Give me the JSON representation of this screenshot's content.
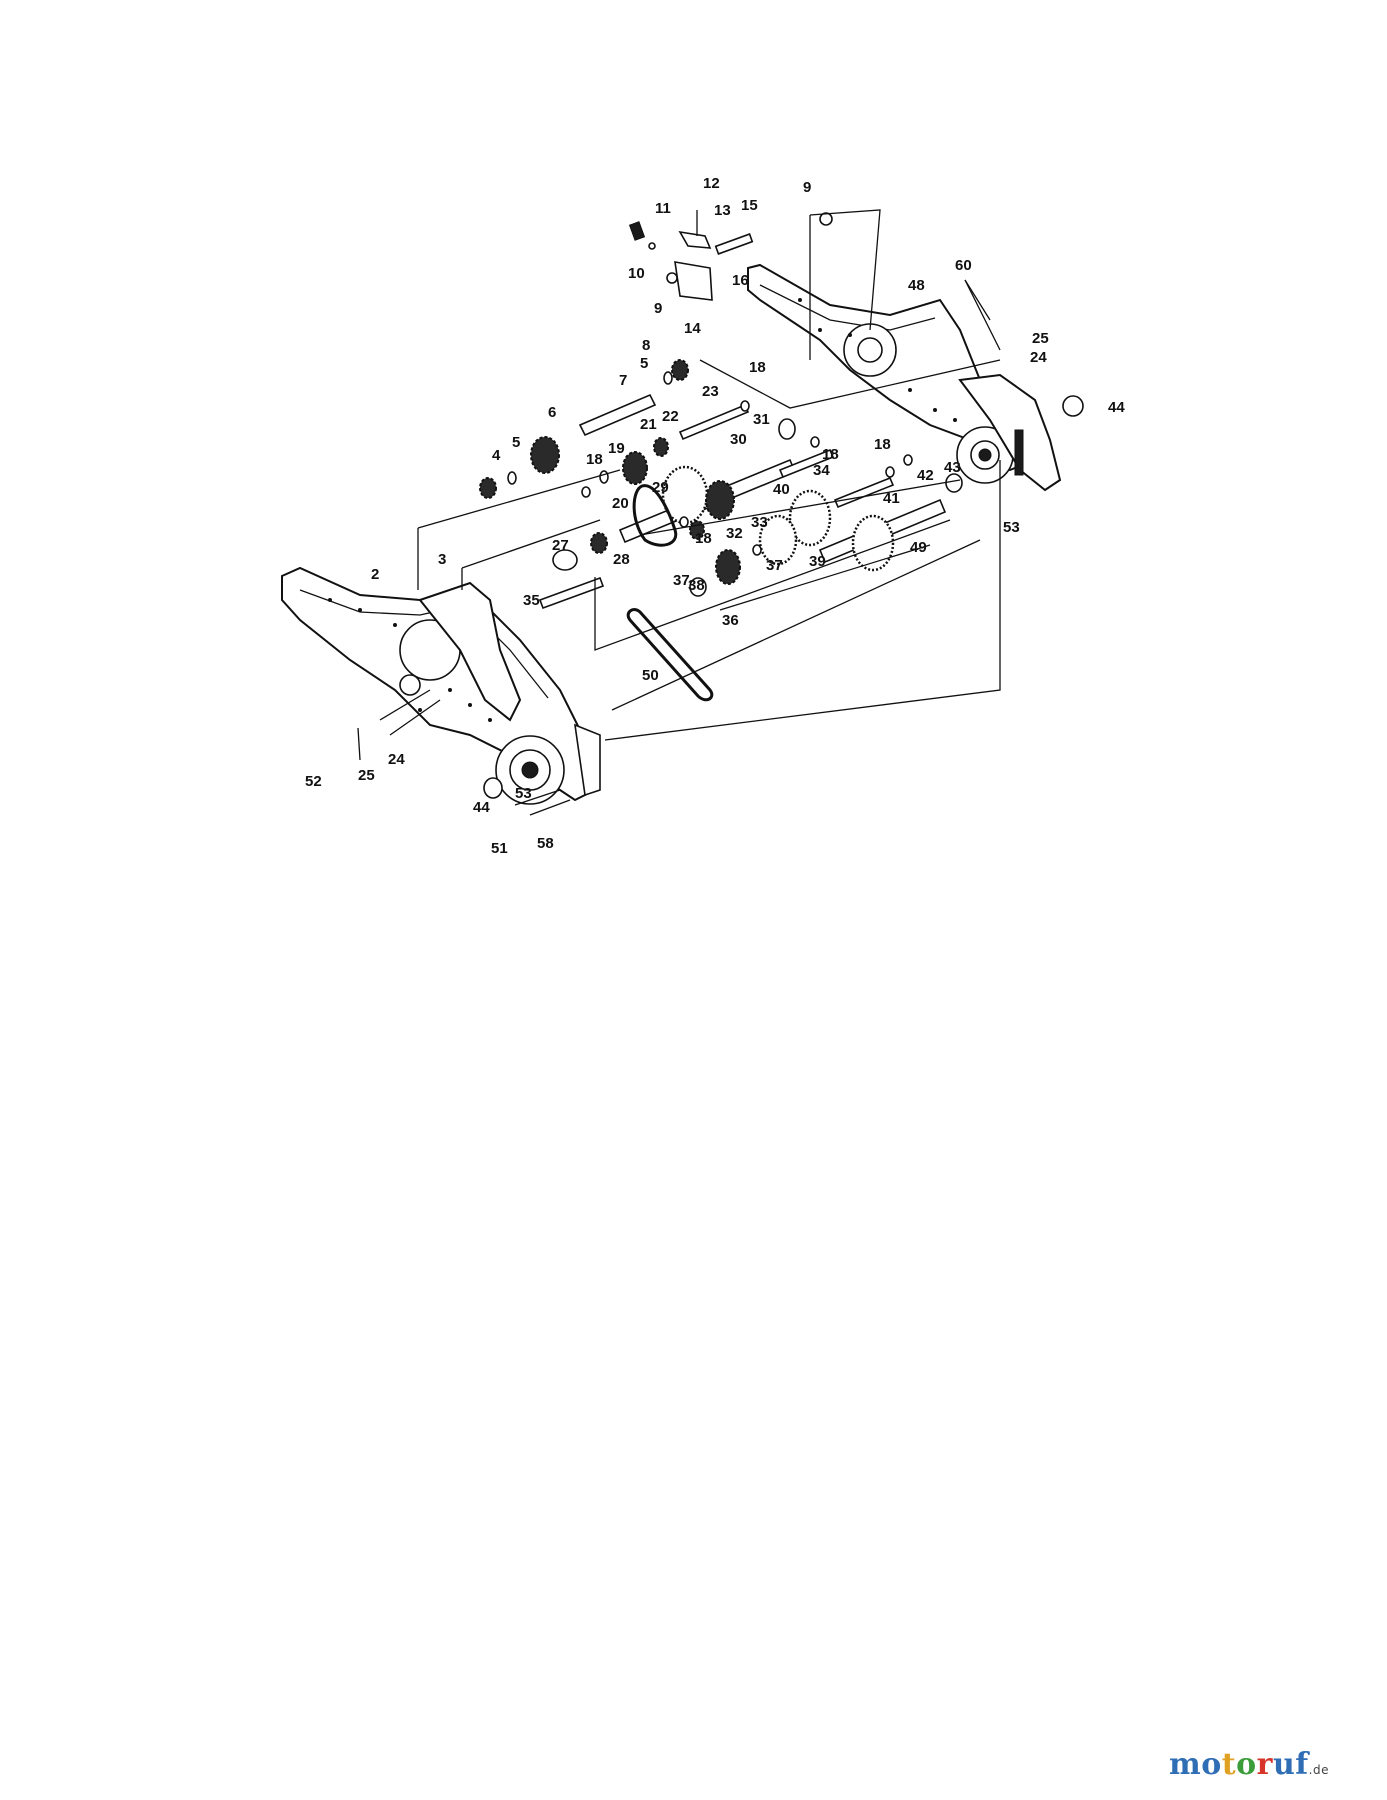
{
  "labels": [
    "12",
    "11",
    "13",
    "15",
    "9",
    "10",
    "16",
    "9",
    "14",
    "60",
    "48",
    "25",
    "24",
    "44",
    "8",
    "18",
    "5",
    "7",
    "23",
    "22",
    "21",
    "6",
    "5",
    "4",
    "19",
    "18",
    "30",
    "31",
    "18",
    "34",
    "18",
    "42",
    "43",
    "29",
    "20",
    "40",
    "41",
    "53",
    "18",
    "32",
    "33",
    "27",
    "28",
    "37",
    "39",
    "49",
    "38",
    "37",
    "35",
    "36",
    "2",
    "3",
    "50",
    "24",
    "25",
    "52",
    "44",
    "53",
    "51",
    "58"
  ],
  "logo": {
    "letters": [
      "m",
      "o",
      "t",
      "o",
      "r",
      "u",
      "f"
    ],
    "colors": [
      "#2f6db5",
      "#2f6db5",
      "#e0a021",
      "#3a9d3a",
      "#d8352a",
      "#2f6db5",
      "#2f6db5"
    ],
    "tld": ".de"
  }
}
